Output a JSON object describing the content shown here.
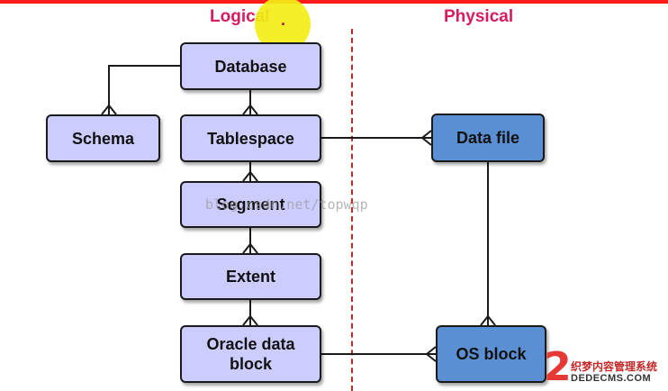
{
  "headers": {
    "logical": "Logical",
    "physical": "Physical"
  },
  "nodes": {
    "database": "Database",
    "schema": "Schema",
    "tablespace": "Tablespace",
    "segment": "Segment",
    "extent": "Extent",
    "oracle_data_block": {
      "line1": "Oracle data",
      "line2": "block"
    },
    "data_file": "Data file",
    "os_block": "OS block"
  },
  "watermark": "blog.csdn.net/topwqp",
  "brand": {
    "mark": "2",
    "cn": "织梦内容管理系统",
    "en": "DEDECMS.COM"
  },
  "colors": {
    "logical_fill": "#ccccff",
    "physical_fill": "#5b8fd3",
    "header_text": "#d81b60",
    "divider": "#c62828"
  }
}
